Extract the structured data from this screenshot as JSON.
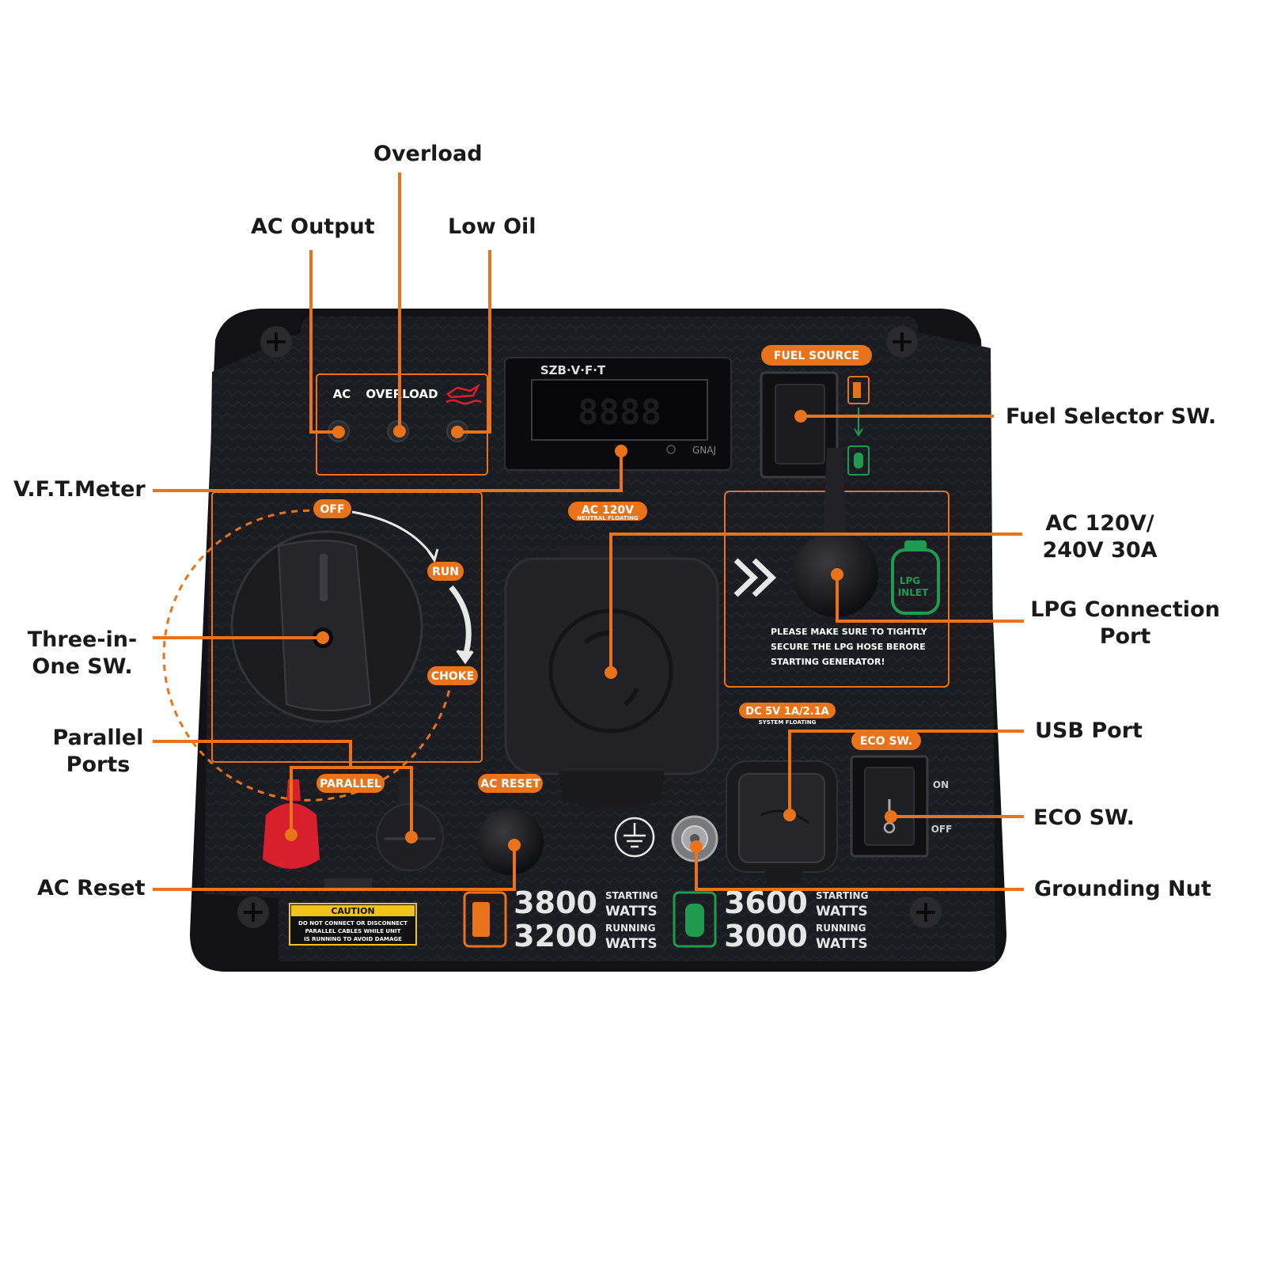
{
  "colors": {
    "accent": "#e8731a",
    "panel": "#121216",
    "panel_bg": "#1b1b22",
    "lpg_green": "#1f9a4e",
    "caution_yellow": "#f2c31b",
    "parallel_red": "#d8202c"
  },
  "callouts": {
    "overload": "Overload",
    "ac_output": "AC Output",
    "low_oil": "Low Oil",
    "fuel_selector": "Fuel Selector SW.",
    "vft_meter": "V.F.T.Meter",
    "ac_outlet_line1": "AC 120V/",
    "ac_outlet_line2": "240V 30A",
    "lpg_port_line1": "LPG Connection",
    "lpg_port_line2": "Port",
    "three_in_one_line1": "Three-in-",
    "three_in_one_line2": "One SW.",
    "parallel_line1": "Parallel",
    "parallel_line2": "Ports",
    "usb_port": "USB Port",
    "eco_sw": "ECO SW.",
    "ac_reset": "AC Reset",
    "grounding_nut": "Grounding Nut"
  },
  "panel": {
    "indicators": {
      "ac": "AC",
      "overload": "OVERLOAD"
    },
    "meter": {
      "brand": "SZB·V·F·T",
      "digits": "8888",
      "corner_label": "GNAJ"
    },
    "fuel_source": "FUEL SOURCE",
    "ac_120v": "AC 120V",
    "neutral_floating": "NEUTRAL FLOATING",
    "dial": {
      "off": "OFF",
      "run": "RUN",
      "choke": "CHOKE"
    },
    "lpg_inlet_line1": "LPG",
    "lpg_inlet_line2": "INLET",
    "lpg_warning": [
      "PLEASE MAKE SURE TO TIGHTLY",
      "SECURE THE LPG HOSE BERORE",
      "STARTING GENERATOR!"
    ],
    "dc_label": "DC 5V 1A/2.1A",
    "system_floating": "SYSTEM FLOATING",
    "eco": {
      "title": "ECO SW.",
      "on": "ON",
      "off": "OFF"
    },
    "parallel": "PARALLEL",
    "ac_reset": "AC RESET",
    "caution": {
      "title": "CAUTION",
      "lines": [
        "DO NOT CONNECT OR DISCONNECT",
        "PARALLEL CABLES WHILE UNIT",
        "IS RUNNING TO AVOID DAMAGE"
      ]
    },
    "gas_ratings": {
      "starting": "3800",
      "running": "3200"
    },
    "lpg_ratings": {
      "starting": "3600",
      "running": "3000"
    },
    "rating_labels": {
      "starting": "STARTING",
      "running": "RUNNING",
      "watts": "WATTS"
    }
  }
}
